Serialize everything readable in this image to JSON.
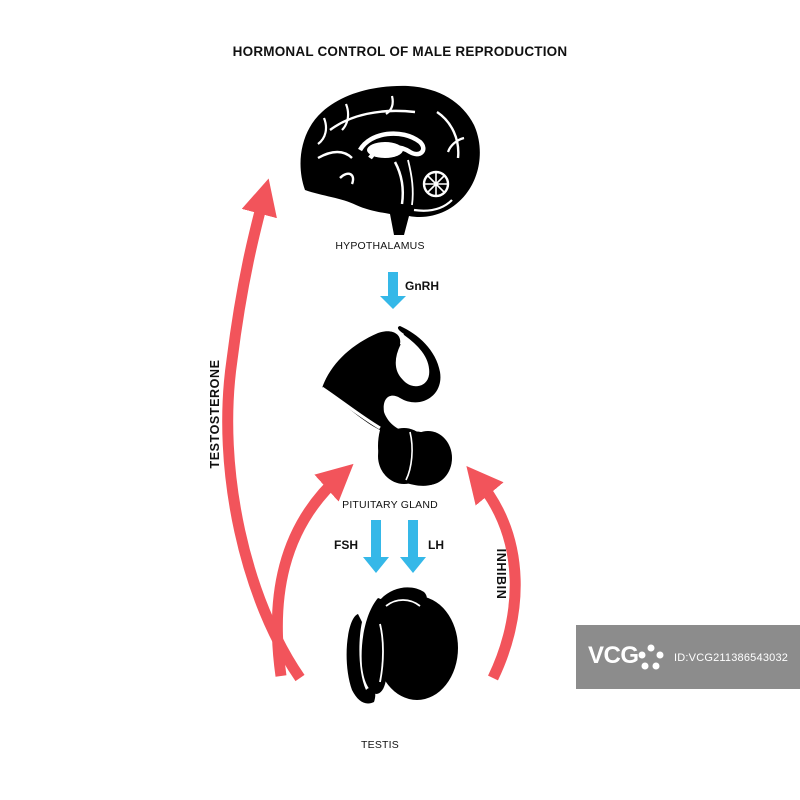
{
  "title": "HORMONAL CONTROL OF MALE REPRODUCTION",
  "labels": {
    "hypothalamus": "HYPOTHALAMUS",
    "pituitary": "PITUITARY GLAND",
    "testis": "TESTIS"
  },
  "hormones": {
    "gnrh": "GnRH",
    "fsh": "FSH",
    "lh": "LH",
    "testosterone": "TESTOSTERONE",
    "inhibin": "INHIBIN"
  },
  "colors": {
    "stimulation_arrow": "#35b8e8",
    "feedback_arrow": "#f2545b",
    "organ": "#000000"
  },
  "watermark": {
    "logo": "VCG",
    "id": "ID:VCG211386543032"
  }
}
